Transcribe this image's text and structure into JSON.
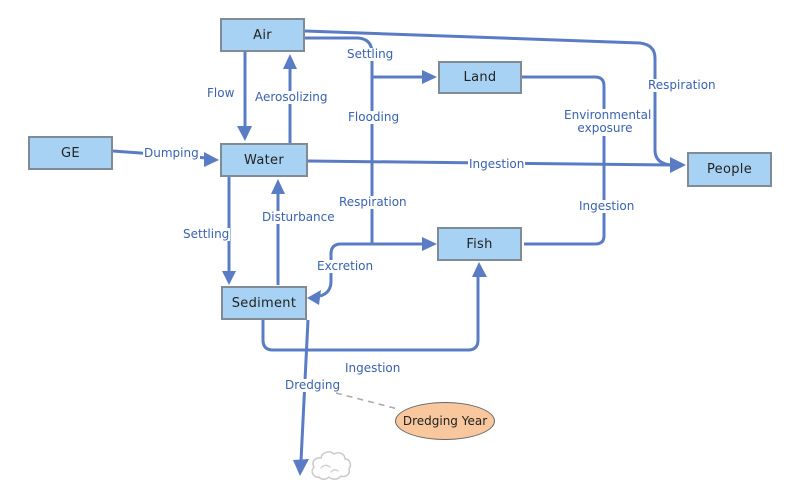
{
  "nodes": {
    "ge": "GE",
    "air": "Air",
    "water": "Water",
    "land": "Land",
    "people": "People",
    "fish": "Fish",
    "sediment": "Sediment"
  },
  "ellipse": {
    "label": "Dredging Year"
  },
  "edges": {
    "dumping": "Dumping",
    "flow": "Flow",
    "aerosolizing": "Aerosolizing",
    "settling_air": "Settling",
    "flooding": "Flooding",
    "respiration_air": "Respiration",
    "ingestion_water": "Ingestion",
    "environmental_exposure": "Environmental exposure",
    "ingestion_fish": "Ingestion",
    "respiration_water": "Respiration",
    "disturbance": "Disturbance",
    "settling_water": "Settling",
    "excretion": "Excretion",
    "ingestion_sediment": "Ingestion",
    "dredging": "Dredging"
  },
  "colors": {
    "background": "#FFFFFF",
    "node-fill": "#A8D2F3",
    "node-border": "#808B96",
    "node-text": "#222222",
    "line": "#5A7CC4",
    "label-text": "#3A62B0",
    "label-bg": "#FFFFFF",
    "ellipse-fill": "#F8C79D",
    "ellipse-border": "#666666",
    "ellipse-text": "#222222",
    "dashed-line": "#ABABAB",
    "cloud-outline": "#C9C9C9"
  }
}
